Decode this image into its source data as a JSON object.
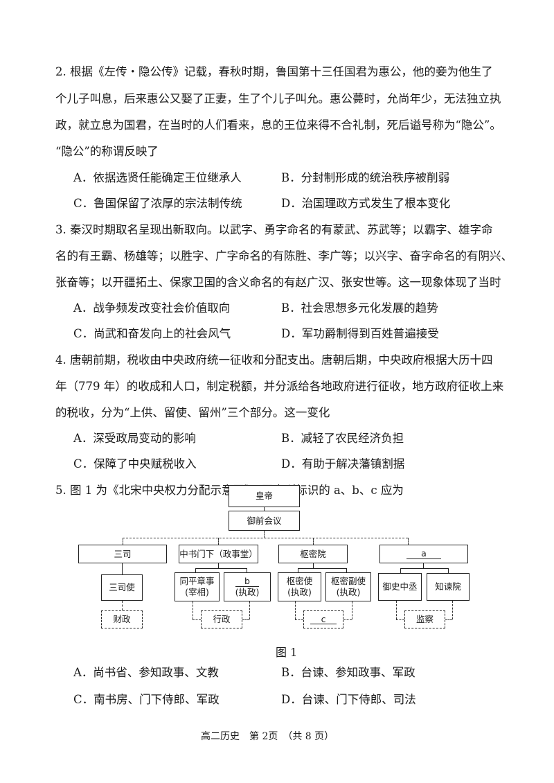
{
  "q2": {
    "lines": [
      "2. 根据《左传・隐公传》记载，春秋时期，鲁国第十三任国君为惠公，他的妾为他生了",
      "个儿子叫息，后来惠公又娶了正妻，生了个儿子叫允。惠公薨时，允尚年少，无法独立执",
      "政，就立息为国君，在当时的人们看来，息的王位来得不合礼制，死后谥号称为“隐公”。",
      "“隐公”的称谓反映了"
    ],
    "options": {
      "A": "A．依据选贤任能确定王位继承人",
      "B": "B．分封制形成的统治秩序被削弱",
      "C": "C．鲁国保留了浓厚的宗法制传统",
      "D": "D．治国理政方式发生了根本变化"
    }
  },
  "q3": {
    "lines": [
      "3. 秦汉时期取名呈现出新取向。以武字、勇字命名的有蒙武、苏武等；以霸字、雄字命",
      "名的有王霸、杨雄等；以胜字、广字命名的有陈胜、李广等；以兴字、奋字命名的有阴兴、",
      "张奋等；以开疆拓土、保家卫国的含义命名的有赵广汉、张安世等。这一现象体现了当时"
    ],
    "options": {
      "A": "A．战争频发改变社会价值取向",
      "B": "B．社会思想多元化发展的趋势",
      "C": "C．尚武和奋发向上的社会风气",
      "D": "D．军功爵制得到百姓普遍接受"
    }
  },
  "q4": {
    "lines": [
      "4. 唐朝前期，税收由中央政府统一征收和分配支出。唐朝后期，中央政府根据大历十四",
      "年（779 年）的收成和人口，制定税额，并分派给各地政府进行征收，地方政府征收上来",
      "的税收，分为“上供、留使、留州”三个部分。这一变化"
    ],
    "options": {
      "A": "A．深受政局变动的影响",
      "B": "B．减轻了农民经济负担",
      "C": "C．保障了中央赋税收入",
      "D": "D．有助于解决藩镇割据"
    }
  },
  "q5": {
    "lines": [
      "5. 图 1 为《北宋中央权力分配示意图》，图中所标识的 a、b、c 应为"
    ],
    "diagram": {
      "emperor": "皇帝",
      "council": "御前会议",
      "sansi": "三司",
      "zhongshu": "中书门下（政事堂）",
      "shumi": "枢密院",
      "a_label": "a",
      "sansi_shi": "三司使",
      "tongping_1": "同平章事",
      "tongping_2": "(宰相)",
      "b_label": "b",
      "b_sub": "(执政)",
      "shumi_shi_1": "枢密使",
      "shumi_shi_2": "(执政)",
      "shumi_fushi_1": "枢密副使",
      "shumi_fushi_2": "(执政)",
      "yushi": "御史中丞",
      "zhijian": "知谏院",
      "caizheng": "财政",
      "xingzheng": "行政",
      "c_label": "c",
      "jiancha": "监察"
    },
    "caption": "图 1",
    "options": {
      "A": "A．尚书省、参知政事、文教",
      "B": "B．台谏、参知政事、军政",
      "C": "C．南书房、门下侍郎、军政",
      "D": "D．台谏、门下侍郎、司法"
    }
  },
  "footer": "高二历史　第 2页　（共 8 页）"
}
